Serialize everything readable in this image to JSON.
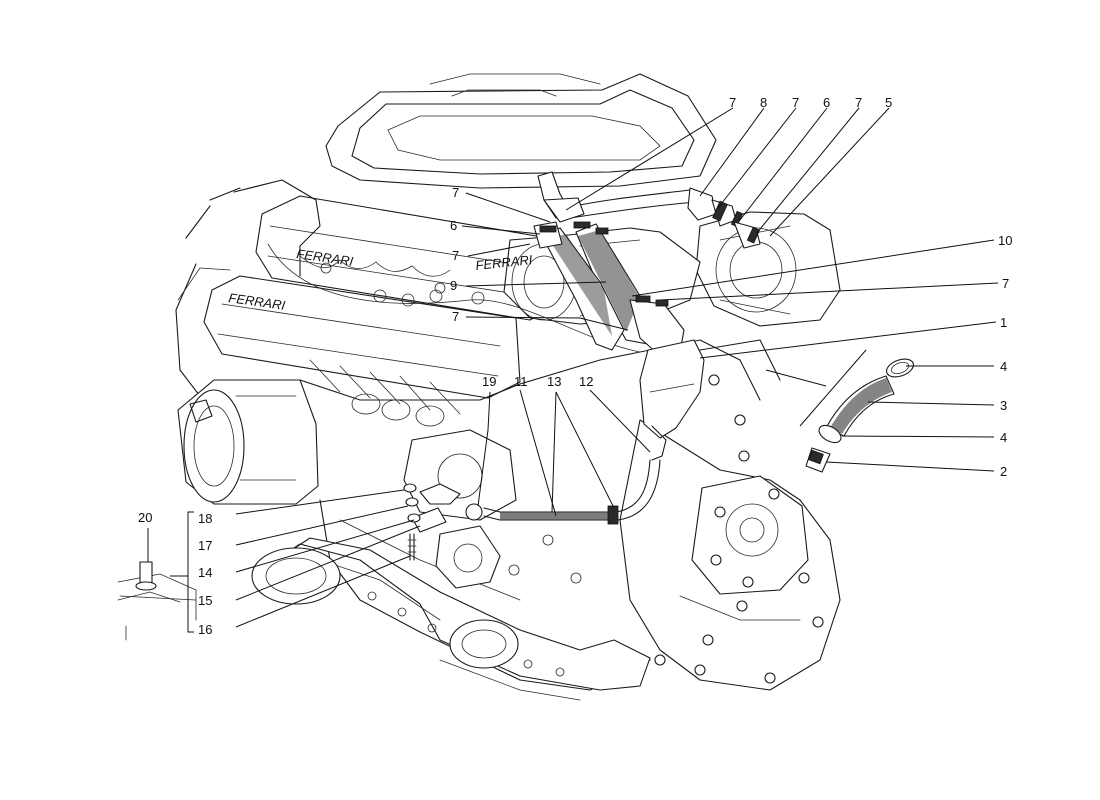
{
  "diagram": {
    "callouts": [
      {
        "id": "c7a",
        "text": "7"
      },
      {
        "id": "c8",
        "text": "8"
      },
      {
        "id": "c7b",
        "text": "7"
      },
      {
        "id": "c6a",
        "text": "6"
      },
      {
        "id": "c7c",
        "text": "7"
      },
      {
        "id": "c5",
        "text": "5"
      },
      {
        "id": "c7d",
        "text": "7"
      },
      {
        "id": "c6b",
        "text": "6"
      },
      {
        "id": "c7e",
        "text": "7"
      },
      {
        "id": "c9",
        "text": "9"
      },
      {
        "id": "c7f",
        "text": "7"
      },
      {
        "id": "c10",
        "text": "10"
      },
      {
        "id": "c7g",
        "text": "7"
      },
      {
        "id": "c1",
        "text": "1"
      },
      {
        "id": "c4a",
        "text": "4"
      },
      {
        "id": "c3",
        "text": "3"
      },
      {
        "id": "c4b",
        "text": "4"
      },
      {
        "id": "c2",
        "text": "2"
      },
      {
        "id": "c19",
        "text": "19"
      },
      {
        "id": "c11",
        "text": "11"
      },
      {
        "id": "c13",
        "text": "13"
      },
      {
        "id": "c12",
        "text": "12"
      },
      {
        "id": "c20",
        "text": "20"
      },
      {
        "id": "c18",
        "text": "18"
      },
      {
        "id": "c17",
        "text": "17"
      },
      {
        "id": "c14",
        "text": "14"
      },
      {
        "id": "c15",
        "text": "15"
      },
      {
        "id": "c16",
        "text": "16"
      }
    ],
    "engine_lettering": "FERRARI",
    "colors": {
      "ink": "#1a1a1a",
      "paper": "#ffffff"
    }
  }
}
